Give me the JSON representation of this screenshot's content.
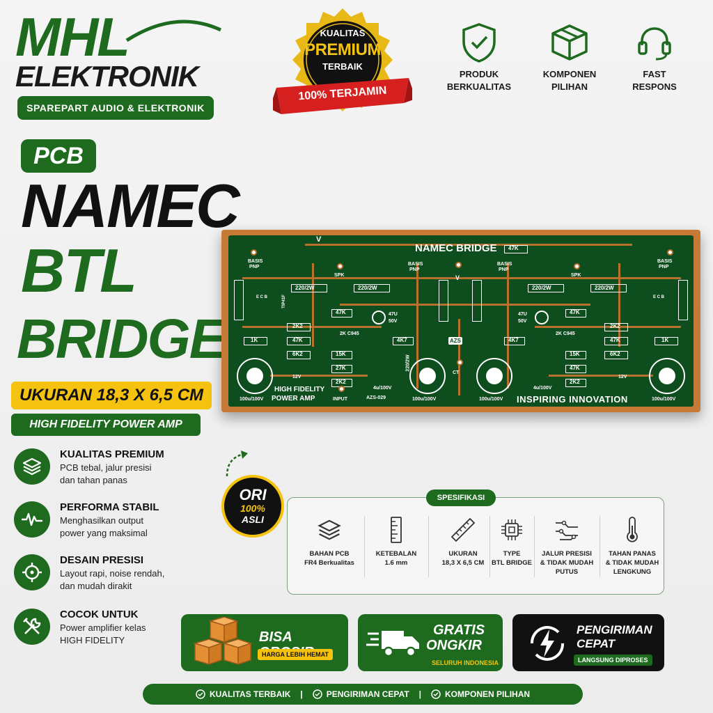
{
  "logo": {
    "brand": "MHL",
    "sub": "ELEKTRONIK",
    "tagline": "SPAREPART AUDIO & ELEKTRONIK"
  },
  "badge": {
    "line1": "KUALITAS",
    "line2": "PREMIUM",
    "line3": "TERBAIK",
    "ribbon": "100% TERJAMIN"
  },
  "top_features": [
    {
      "icon": "shield-check-icon",
      "label1": "PRODUK",
      "label2": "BERKUALITAS"
    },
    {
      "icon": "box-icon",
      "label1": "KOMPONEN",
      "label2": "PILIHAN"
    },
    {
      "icon": "headset-icon",
      "label1": "FAST",
      "label2": "RESPONS"
    }
  ],
  "title": {
    "pcb": "PCB",
    "line1": "NAMEC",
    "line2": "BTL",
    "line3": "BRIDGE",
    "size": "UKURAN 18,3 X 6,5 CM",
    "subtitle": "HIGH FIDELITY POWER AMP"
  },
  "board": {
    "title": "NAMEC BRIDGE",
    "footer_left1": "HIGH FIDELITY",
    "footer_left2": "POWER AMP",
    "input": "INPUT",
    "model": "AZS-029",
    "slogan": "INSPIRING INNOVATION",
    "cap_left": "100u/100V",
    "cap_right": "100u/100V",
    "cap_mid_left": "100u/100V",
    "cap_mid_right": "100u/100V",
    "res_220": "220/2W",
    "spk": "SPK",
    "basis": "BASIS",
    "pnp": "PNP",
    "ct": "CT",
    "r47k": "47K",
    "r15k": "15K",
    "r27k": "27K",
    "r2k2": "2K2",
    "r6k2": "6K2",
    "r1k": "1K",
    "r4k7": "4K7",
    "c945": "2K C945",
    "cap47": "47U",
    "v50": "50V",
    "c4u": "4u/100V",
    "v12": "12V",
    "plus": "+",
    "minus": "-",
    "vmark": "V",
    "tip": "TIP41F",
    "azs": "AZS",
    "ebc": "E C B"
  },
  "left_features": [
    {
      "icon": "layers-icon",
      "title": "KUALITAS PREMIUM",
      "desc1": "PCB tebal, jalur presisi",
      "desc2": "dan tahan panas"
    },
    {
      "icon": "pulse-icon",
      "title": "PERFORMA STABIL",
      "desc1": "Menghasilkan output",
      "desc2": "power yang maksimal"
    },
    {
      "icon": "crosshair-icon",
      "title": "DESAIN PRESISI",
      "desc1": "Layout rapi, noise rendah,",
      "desc2": "dan mudah dirakit"
    },
    {
      "icon": "tools-icon",
      "title": "COCOK UNTUK",
      "desc1": "Power amplifier kelas",
      "desc2": "HIGH FIDELITY"
    }
  ],
  "ori": {
    "line1": "ORI",
    "line2": "100%",
    "line3": "ASLI"
  },
  "spec": {
    "title": "SPESIFIKASI",
    "items": [
      {
        "icon": "layers-icon",
        "l1": "BAHAN PCB",
        "l2": "FR4 Berkualitas",
        "l3": ""
      },
      {
        "icon": "ruler-icon",
        "l1": "KETEBALAN",
        "l2": "1.6 mm",
        "l3": ""
      },
      {
        "icon": "ruler-diagonal-icon",
        "l1": "UKURAN",
        "l2": "18,3 X 6,5 CM",
        "l3": ""
      },
      {
        "icon": "chip-icon",
        "l1": "TYPE",
        "l2": "BTL BRIDGE",
        "l3": ""
      },
      {
        "icon": "circuit-icon",
        "l1": "JALUR PRESISI",
        "l2": "& TIDAK MUDAH",
        "l3": "PUTUS"
      },
      {
        "icon": "thermometer-icon",
        "l1": "TAHAN PANAS",
        "l2": "& TIDAK MUDAH",
        "l3": "LENGKUNG"
      }
    ]
  },
  "banners": [
    {
      "icon": "boxes-icon",
      "title": "BISA GROSIR",
      "title2": "",
      "sub": "HARGA LEBIH HEMAT"
    },
    {
      "icon": "truck-icon",
      "title": "GRATIS",
      "title2": "ONGKIR",
      "sub": "SELURUH INDONESIA"
    },
    {
      "icon": "lightning-icon",
      "title": "PENGIRIMAN",
      "title2": "CEPAT",
      "sub": "LANGSUNG DIPROSES"
    }
  ],
  "footer": [
    {
      "label": "KUALITAS TERBAIK"
    },
    {
      "label": "PENGIRIMAN CEPAT"
    },
    {
      "label": "KOMPONEN PILIHAN"
    }
  ],
  "footer_sep": "|",
  "colors": {
    "brand_green": "#1e6b1f",
    "accent_yellow": "#f5c30f",
    "badge_red": "#d62020",
    "pcb_copper": "#c67a36",
    "pcb_green": "#0e4d1d"
  }
}
